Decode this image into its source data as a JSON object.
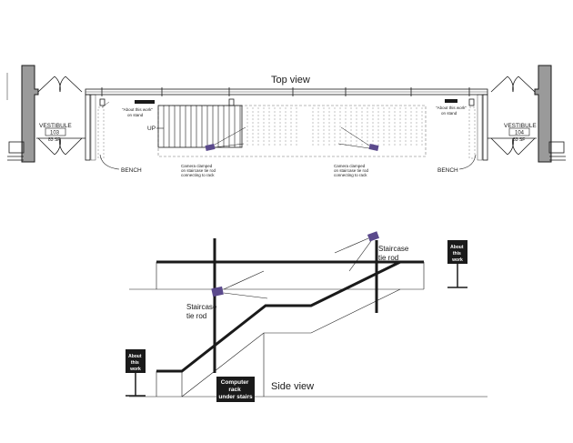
{
  "top_view": {
    "title": "Top view",
    "left_room": {
      "name": "VESTIBULE",
      "number": "103",
      "area": "83 SF"
    },
    "right_room": {
      "name": "VESTIBULE",
      "number": "104",
      "area": "83 SF"
    },
    "up_label": "UP",
    "bench_left": "BENCH",
    "bench_right": "BENCH",
    "stand_note_left": [
      "\"About this work\"",
      "on stand"
    ],
    "stand_note_right": [
      "\"About this work\"",
      "on stand"
    ],
    "camera_note_left": [
      "Camera    clamped",
      "on staircase tie rod",
      "connecting to rack"
    ],
    "camera_note_right": [
      "Camera    clamped",
      "on staircase tie rod",
      "connecting to rack"
    ]
  },
  "side_view": {
    "title": "Side view",
    "tie_rod_left": [
      "Staircase",
      "tie rod"
    ],
    "tie_rod_right": [
      "Staircase",
      "tie rod"
    ],
    "sign_left": [
      "About",
      "this",
      "work"
    ],
    "sign_right": [
      "About",
      "this",
      "work"
    ],
    "rack_label": [
      "Computer",
      "rack",
      "under stairs"
    ]
  },
  "colors": {
    "camera": "#5b4a8c",
    "wall": "#9a9a9a",
    "ink": "#1a1a1a"
  }
}
